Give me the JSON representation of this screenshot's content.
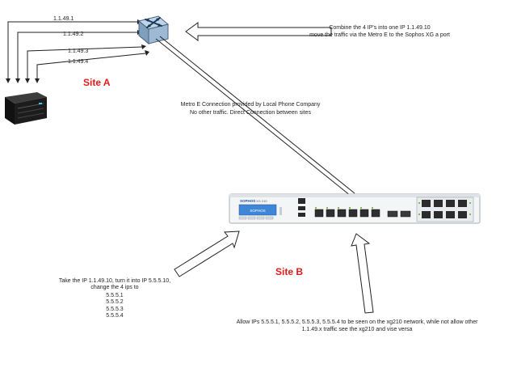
{
  "diagram": {
    "site_a_label": "Site A",
    "site_b_label": "Site B",
    "label_color": "#e31b1b",
    "line_color": "#222222",
    "ip_links": [
      "1.1.49.1",
      "1.1.49.2",
      "1.1.49.3",
      "1.1.49.4"
    ],
    "combine_note": [
      "Combine the 4 IP's into one IP 1.1.49.10",
      "move the traffic via the Metro E to the Sophos XG a port"
    ],
    "metro_note": [
      "Metro E Connection provided by Local Phone Company",
      "No other traffic. Direct Connection between sites"
    ],
    "translate_note": [
      "Take the IP 1.1.49.10, turn it into IP 5.5.5.10,",
      "change the 4 ips to",
      "5.5.5.1",
      "5.5.5.2",
      "5.5.5.3",
      "5.5.5.4"
    ],
    "allow_note": [
      "Allow IPs 5.5.5.1, 5.5.5.2, 5.5.5.3, 5.5.5.4 to be seen on the xg210 network, while not allow other",
      "1.1.49.x traffic see the xg210 and vise versa"
    ],
    "firewall_brand": "SOPHOS",
    "firewall_model": "XG 210",
    "firewall_screen": "SOPHOS"
  }
}
